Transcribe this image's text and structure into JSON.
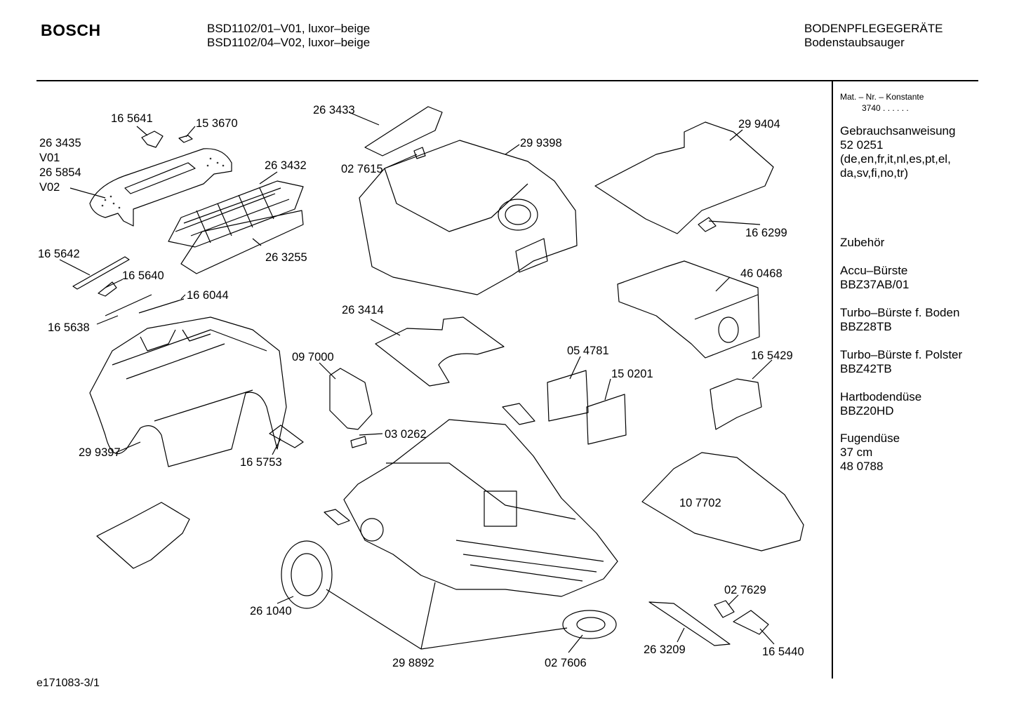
{
  "header": {
    "brand": "BOSCH",
    "model_line_1": "BSD1102/01–V01, luxor–beige",
    "model_line_2": "BSD1102/04–V02, luxor–beige",
    "category": "BODENPFLEGEGERÄTE",
    "subcategory": "Bodenstaubsauger"
  },
  "sidebar": {
    "mat_nr_label": "Mat. – Nr. – Konstante",
    "mat_nr_value": "3740  .  .  .  .  .  .",
    "manual_title": "Gebrauchsanweisung",
    "manual_number": "52 0251",
    "manual_langs_1": "(de,en,fr,it,nl,es,pt,el,",
    "manual_langs_2": "da,sv,fi,no,tr)",
    "accessories_title": "Zubehör",
    "accessories": [
      {
        "name": "Accu–Bürste",
        "code": "BBZ37AB/01"
      },
      {
        "name": "Turbo–Bürste f. Boden",
        "code": "BBZ28TB"
      },
      {
        "name": "Turbo–Bürste f. Polster",
        "code": "BBZ42TB"
      },
      {
        "name": "Hartbodendüse",
        "code": "BBZ20HD"
      }
    ],
    "crevice_name": "Fugendüse",
    "crevice_length": "37 cm",
    "crevice_code": "48 0788"
  },
  "parts": {
    "p165641": "16 5641",
    "p153670": "15 3670",
    "p263435": "26 3435",
    "v01": "V01",
    "p265854": "26 5854",
    "v02": "V02",
    "p263432": "26 3432",
    "p263433": "26 3433",
    "p299398": "29 9398",
    "p027615": "02 7615",
    "p299404": "29 9404",
    "p166299": "16 6299",
    "p263255": "26 3255",
    "p165642": "16 5642",
    "p165640": "16 5640",
    "p166044": "16 6044",
    "p165638": "16 5638",
    "p460468": "46 0468",
    "p263414": "26 3414",
    "p097000": "09 7000",
    "p054781": "05 4781",
    "p150201": "15 0201",
    "p165429": "16 5429",
    "p299397": "29 9397",
    "p165753": "16 5753",
    "p030262": "03 0262",
    "p107702": "10 7702",
    "p261040": "26 1040",
    "p027629": "02 7629",
    "p263209": "26 3209",
    "p165440": "16 5440",
    "p298892": "29 8892",
    "p027606": "02 7606"
  },
  "footer": {
    "drawing_id": "e171083-3/1"
  }
}
